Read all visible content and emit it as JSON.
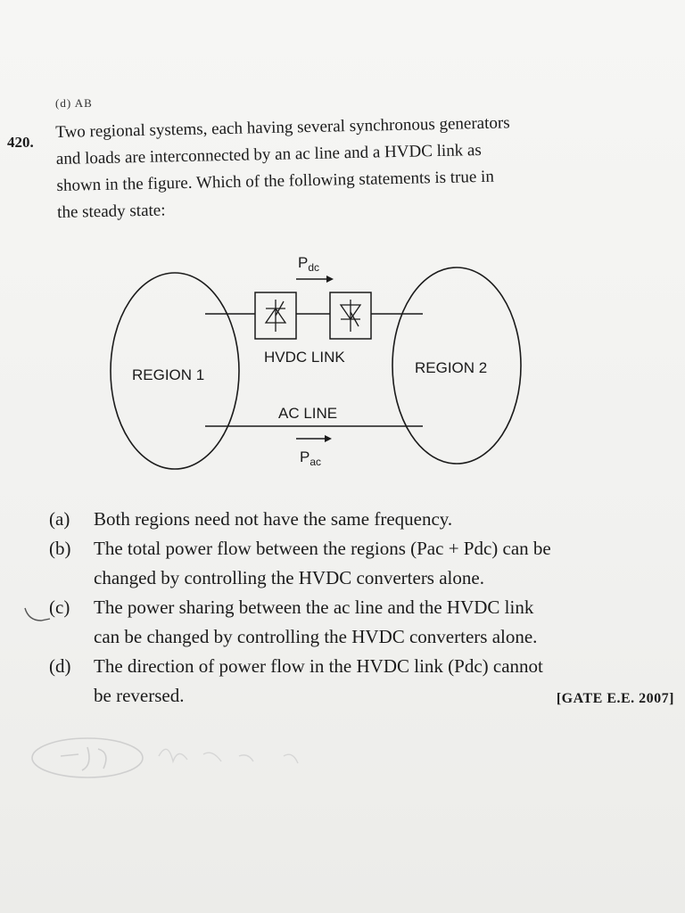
{
  "document": {
    "previous_fragment": "(d)   AB",
    "question_number": "420.",
    "question_lines": [
      "Two regional systems, each having several synchronous generators",
      "and loads are interconnected by an ac line and a HVDC link as",
      "shown in the figure. Which of the following statements is true in",
      "the steady state:"
    ],
    "figure": {
      "region1_label": "REGION 1",
      "region2_label": "REGION 2",
      "hvdc_label": "HVDC LINK",
      "ac_label": "AC LINE",
      "pdc_main": "P",
      "pdc_sub": "dc",
      "pac_main": "P",
      "pac_sub": "ac"
    },
    "options": [
      {
        "letter": "(a)",
        "lines": [
          "Both regions need not have the same frequency."
        ]
      },
      {
        "letter": "(b)",
        "lines": [
          "The total power flow between the regions (Pac + Pdc) can be",
          "changed by controlling the HVDC converters alone."
        ]
      },
      {
        "letter": "(c)",
        "lines": [
          "The power sharing between the ac line and the HVDC link",
          "can be changed by controlling the HVDC converters alone."
        ]
      },
      {
        "letter": "(d)",
        "lines": [
          "The direction of power flow in the HVDC link (Pdc) cannot",
          "be reversed."
        ]
      }
    ],
    "source": "[GATE E.E. 2007]"
  },
  "colors": {
    "ink": "#1b1b1b",
    "paper": "#f2f2f0",
    "pencil": "#c9c9c9"
  }
}
